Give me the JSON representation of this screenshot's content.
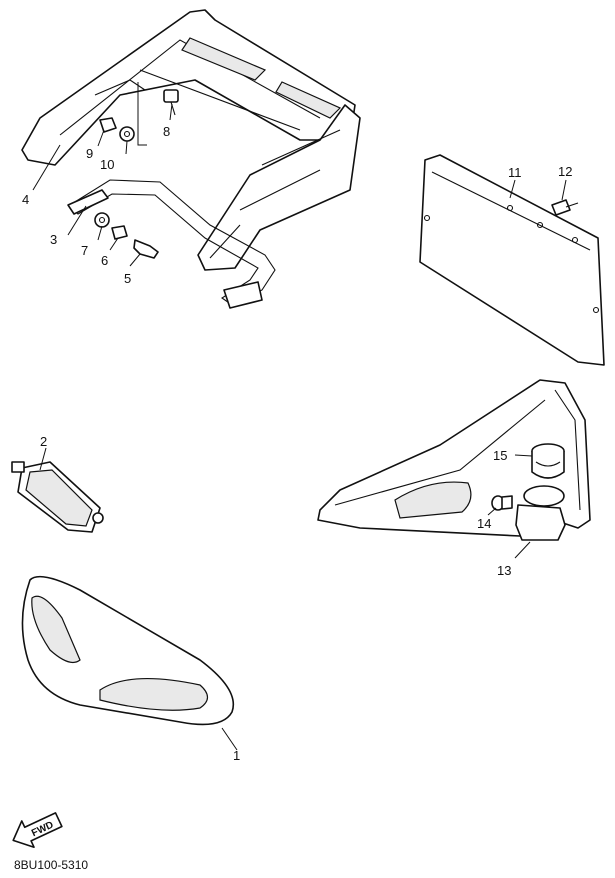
{
  "diagram": {
    "callouts": [
      "1",
      "2",
      "3",
      "4",
      "5",
      "6",
      "7",
      "8",
      "9",
      "10",
      "11",
      "12",
      "13",
      "14",
      "15"
    ],
    "fwd_label": "FWD",
    "drawing_code": "8BU100-5310"
  }
}
